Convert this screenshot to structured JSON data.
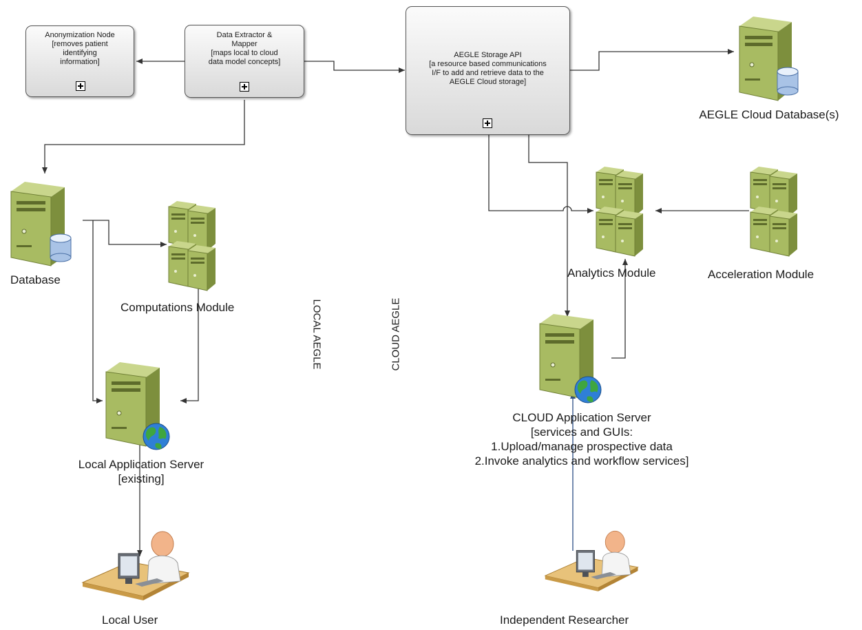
{
  "processes": {
    "anonymization": {
      "lines": [
        "Anonymization Node",
        "[removes patient",
        "identifying",
        "information]"
      ]
    },
    "extractor": {
      "lines": [
        "Data Extractor &",
        "Mapper",
        "[maps local to cloud",
        "data model concepts]"
      ]
    },
    "storage_api": {
      "lines": [
        "AEGLE Storage API",
        "[a resource based communications",
        "I/F to add and retrieve data to the",
        "AEGLE Cloud storage]"
      ]
    }
  },
  "labels": {
    "cloud_db": "AEGLE Cloud Database(s)",
    "database": "Database",
    "computations": "Computations Module",
    "analytics": "Analytics Module",
    "acceleration": "Acceleration Module",
    "local_app": [
      "Local Application Server",
      "[existing]"
    ],
    "cloud_app": [
      "CLOUD Application Server",
      "[services and GUIs:",
      "1.Upload/manage prospective data",
      "2.Invoke analytics and workflow services]"
    ],
    "local_user": "Local User",
    "researcher": "Independent Researcher",
    "local_region": "LOCAL AEGLE",
    "cloud_region": "CLOUD AEGLE"
  },
  "icons": {
    "cloud_db": "database-server-icon",
    "database": "database-server-icon",
    "computations": "server-cluster-icon",
    "analytics": "server-cluster-icon",
    "acceleration": "server-cluster-icon",
    "local_app": "web-server-icon",
    "cloud_app": "web-server-icon",
    "local_user": "user-workstation-icon",
    "researcher": "user-workstation-icon"
  },
  "colors": {
    "server_green": "#a8bb62",
    "server_dark": "#7d8f3d",
    "connector": "#333333",
    "researcher_connector": "#2b4e86"
  }
}
